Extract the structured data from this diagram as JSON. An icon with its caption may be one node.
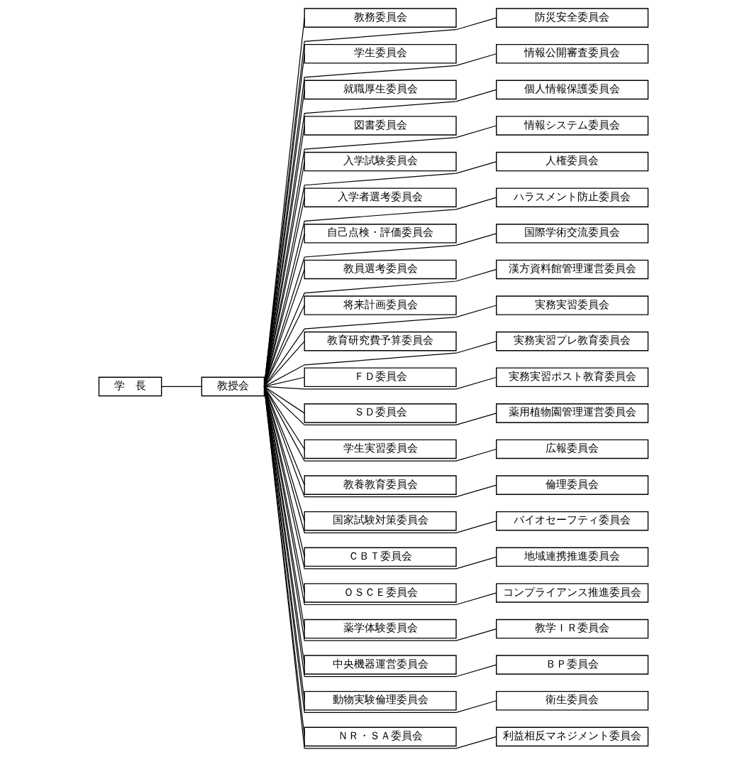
{
  "diagram": {
    "nodes": [
      {
        "text": [
          "学　長"
        ]
      },
      {
        "text": [
          "教授会"
        ]
      },
      {
        "text": [
          "教務委員会"
        ]
      },
      {
        "text": [
          "学生委員会"
        ]
      },
      {
        "text": [
          "就職厚生委員会"
        ]
      },
      {
        "text": [
          "図書委員会"
        ]
      },
      {
        "text": [
          "入学試験委員会"
        ]
      },
      {
        "text": [
          "入学者選考委員会"
        ]
      },
      {
        "text": [
          "自己点検・評価委員会"
        ]
      },
      {
        "text": [
          "教員選考委員会"
        ]
      },
      {
        "text": [
          "将来計画委員会"
        ]
      },
      {
        "text": [
          "教育研究費予算委員会"
        ]
      },
      {
        "text": [
          "ＦＤ委員会"
        ]
      },
      {
        "text": [
          "ＳＤ委員会"
        ]
      },
      {
        "text": [
          "学生実習委員会"
        ]
      },
      {
        "text": [
          "教養教育委員会"
        ]
      },
      {
        "text": [
          "国家試験対策委員会"
        ]
      },
      {
        "text": [
          "ＣＢＴ委員会"
        ]
      },
      {
        "text": [
          "ＯＳＣＥ委員会"
        ]
      },
      {
        "text": [
          "薬学体験委員会"
        ]
      },
      {
        "text": [
          "中央機器運営委員会"
        ]
      },
      {
        "text": [
          "動物実験倫理委員会"
        ]
      },
      {
        "text": [
          "ＮＲ・ＳＡ委員会"
        ]
      },
      {
        "text": [
          "防災安全委員会"
        ]
      },
      {
        "text": [
          "情報公開審査委員会"
        ]
      },
      {
        "text": [
          "個人情報保護委員会"
        ]
      },
      {
        "text": [
          "情報システム委員会"
        ]
      },
      {
        "text": [
          "人権委員会"
        ]
      },
      {
        "text": [
          "ハラスメント防止委員会"
        ]
      },
      {
        "text": [
          "国際学術交流委員会"
        ]
      },
      {
        "text": [
          "漢方資料館管理運営委員会"
        ]
      },
      {
        "text": [
          "実務実習委員会"
        ]
      },
      {
        "text": [
          "実務実習プレ教育委員会"
        ]
      },
      {
        "text": [
          "実務実習ポスト教育委員会"
        ]
      },
      {
        "text": [
          "薬用植物園管理運営委員会"
        ]
      },
      {
        "text": [
          "広報委員会"
        ]
      },
      {
        "text": [
          "倫理委員会"
        ]
      },
      {
        "text": [
          "バイオセーフティ委員会"
        ]
      },
      {
        "text": [
          "地域連携推進委員会"
        ]
      },
      {
        "text": [
          "コンプライアンス推進委員会"
        ]
      },
      {
        "text": [
          "教学ＩＲ委員会"
        ]
      },
      {
        "text": [
          "ＢＰ委員会"
        ]
      },
      {
        "text": [
          "衛生委員会"
        ]
      },
      {
        "text": [
          "利益相反マネジメント委員会"
        ]
      }
    ],
    "edges": [
      {
        "from": 0,
        "to": 1,
        "arrow": "none"
      },
      {
        "from": 1,
        "to": 2,
        "arrow": "none"
      },
      {
        "from": 1,
        "to": 3,
        "arrow": "none"
      },
      {
        "from": 1,
        "to": 4,
        "arrow": "none"
      },
      {
        "from": 1,
        "to": 5,
        "arrow": "none"
      },
      {
        "from": 1,
        "to": 6,
        "arrow": "none"
      },
      {
        "from": 1,
        "to": 7,
        "arrow": "none"
      },
      {
        "from": 1,
        "to": 8,
        "arrow": "none"
      },
      {
        "from": 1,
        "to": 9,
        "arrow": "none"
      },
      {
        "from": 1,
        "to": 10,
        "arrow": "none"
      },
      {
        "from": 1,
        "to": 11,
        "arrow": "none"
      },
      {
        "from": 1,
        "to": 12,
        "arrow": "none"
      },
      {
        "from": 1,
        "to": 13,
        "arrow": "none"
      },
      {
        "from": 1,
        "to": 14,
        "arrow": "none"
      },
      {
        "from": 1,
        "to": 15,
        "arrow": "none"
      },
      {
        "from": 1,
        "to": 16,
        "arrow": "none"
      },
      {
        "from": 1,
        "to": 17,
        "arrow": "none"
      },
      {
        "from": 1,
        "to": 18,
        "arrow": "none"
      },
      {
        "from": 1,
        "to": 19,
        "arrow": "none"
      },
      {
        "from": 1,
        "to": 20,
        "arrow": "none"
      },
      {
        "from": 1,
        "to": 21,
        "arrow": "none"
      },
      {
        "from": 1,
        "to": 22,
        "arrow": "none"
      },
      {
        "from": 1,
        "to": 23,
        "arrow": "none"
      },
      {
        "from": 1,
        "to": 24,
        "arrow": "none"
      },
      {
        "from": 1,
        "to": 25,
        "arrow": "none"
      },
      {
        "from": 1,
        "to": 26,
        "arrow": "none"
      },
      {
        "from": 1,
        "to": 27,
        "arrow": "none"
      },
      {
        "from": 1,
        "to": 28,
        "arrow": "none"
      },
      {
        "from": 1,
        "to": 29,
        "arrow": "none"
      },
      {
        "from": 1,
        "to": 30,
        "arrow": "none"
      },
      {
        "from": 1,
        "to": 31,
        "arrow": "none"
      },
      {
        "from": 1,
        "to": 32,
        "arrow": "none"
      },
      {
        "from": 1,
        "to": 33,
        "arrow": "none"
      },
      {
        "from": 1,
        "to": 34,
        "arrow": "none"
      },
      {
        "from": 1,
        "to": 35,
        "arrow": "none"
      },
      {
        "from": 1,
        "to": 36,
        "arrow": "none"
      },
      {
        "from": 1,
        "to": 37,
        "arrow": "none"
      },
      {
        "from": 1,
        "to": 38,
        "arrow": "none"
      },
      {
        "from": 1,
        "to": 39,
        "arrow": "none"
      },
      {
        "from": 1,
        "to": 40,
        "arrow": "none"
      },
      {
        "from": 1,
        "to": 41,
        "arrow": "none"
      },
      {
        "from": 1,
        "to": 42,
        "arrow": "none"
      },
      {
        "from": 1,
        "to": 43,
        "arrow": "none"
      }
    ]
  }
}
